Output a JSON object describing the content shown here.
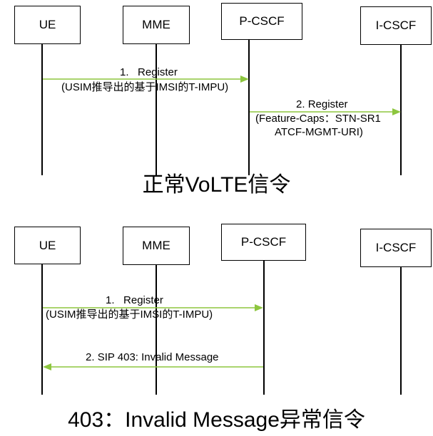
{
  "diagrams": [
    {
      "nodes": [
        "UE",
        "MME",
        "P-CSCF",
        "I-CSCF"
      ],
      "messages": [
        {
          "number": "1.",
          "label": "Register",
          "detail": [
            "(USIM推导出的基于IMSI的T-IMPU)"
          ],
          "from": "UE",
          "to": "P-CSCF"
        },
        {
          "number": "2.",
          "label": "Register",
          "detail": [
            "(Feature-Caps：STN-SR1",
            "ATCF-MGMT-URI)"
          ],
          "from": "P-CSCF",
          "to": "I-CSCF"
        }
      ],
      "caption": "正常VoLTE信令"
    },
    {
      "nodes": [
        "UE",
        "MME",
        "P-CSCF",
        "I-CSCF"
      ],
      "messages": [
        {
          "number": "1.",
          "label": "Register",
          "detail": [
            "(USIM推导出的基于IMSI的T-IMPU)"
          ],
          "from": "UE",
          "to": "P-CSCF"
        },
        {
          "number": "2.",
          "label": "SIP 403: Invalid Message",
          "detail": [],
          "from": "P-CSCF",
          "to": "UE"
        }
      ],
      "caption": "403：Invalid Message异常信令"
    }
  ],
  "colors": {
    "arrow": "#8dc63f",
    "line": "#000000"
  }
}
